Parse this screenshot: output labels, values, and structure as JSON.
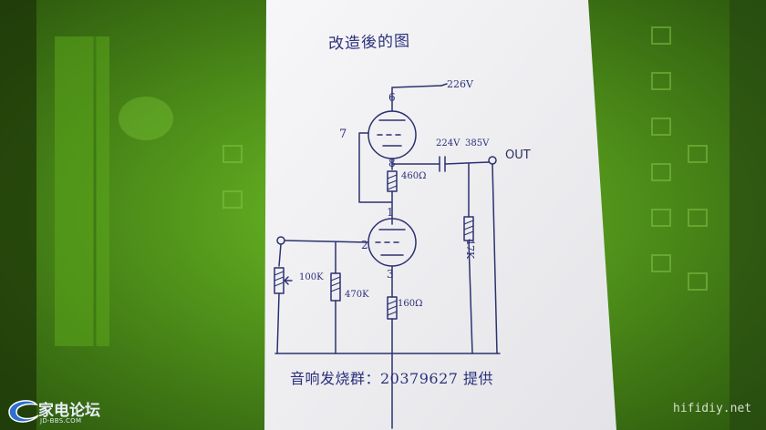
{
  "photo": {
    "subject": "hand-drawn tube circuit on paper over green fabric",
    "background_color": "#5fae1e",
    "paper_color": "#f4f4f6"
  },
  "sketch": {
    "title": "改造後的图",
    "supply_voltage": "226V",
    "pin_6": "6",
    "pin_7": "7",
    "pin_8": "8",
    "plate_voltage": "224V",
    "out_voltage": "385V",
    "output_label": "OUT",
    "cathode_resistor_top": "460Ω",
    "load_resistor": "47K",
    "pin_1": "1",
    "pin_2": "2",
    "pin_3": "3",
    "pot_value": "100K",
    "grid_resistor": "470K",
    "cathode_resistor_bottom": "160Ω",
    "credit": "音响发烧群：20379627 提供"
  },
  "watermark": {
    "logo_text": "家电论坛",
    "logo_url_text": "JD-BBS.COM",
    "site_text": "hifidiy.net"
  }
}
